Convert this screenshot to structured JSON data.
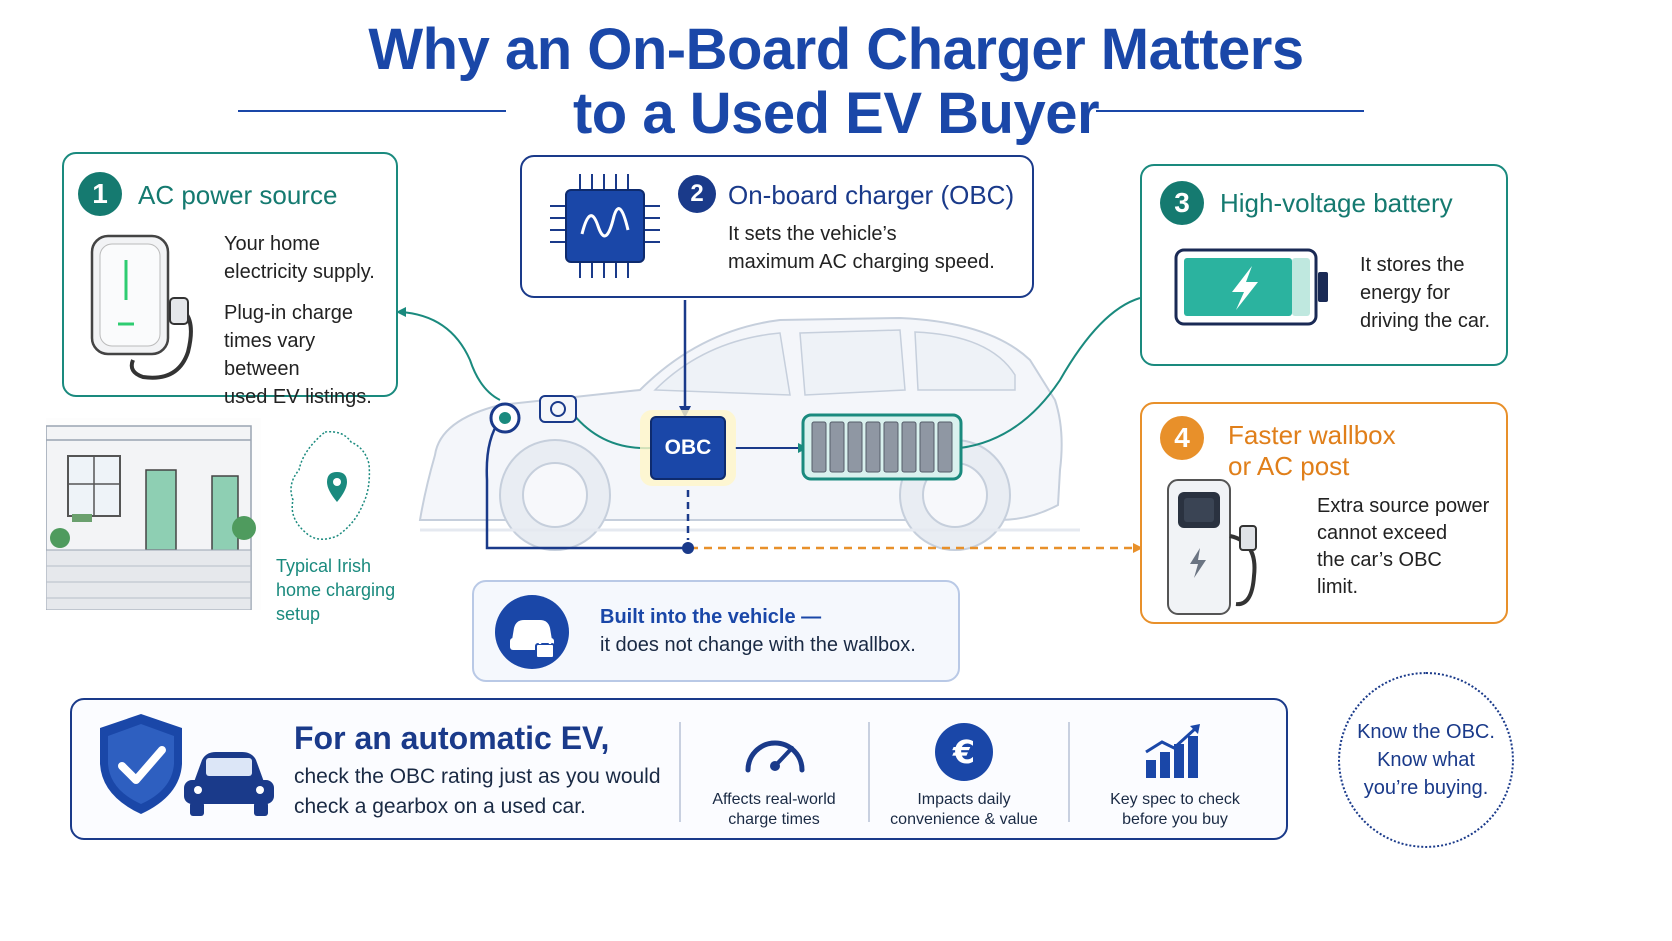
{
  "title": {
    "line1": "Why an On-Board Charger Matters",
    "line2": "to a Used EV Buyer"
  },
  "steps": [
    {
      "number": "1",
      "title": "AC power source",
      "text1_line1": "Your home",
      "text1_line2": "electricity supply.",
      "text2_line1": "Plug-in charge",
      "text2_line2": "times vary between",
      "text2_line3": "used EV listings."
    },
    {
      "number": "2",
      "title": "On-board charger (OBC)",
      "text_line1": "It sets the vehicle’s",
      "text_line2": "maximum AC charging speed."
    },
    {
      "number": "3",
      "title": "High-voltage battery",
      "text_line1": "It stores the",
      "text_line2": "energy for",
      "text_line3": "driving the car."
    },
    {
      "number": "4",
      "title_line1": "Faster wallbox",
      "title_line2": "or AC post",
      "text_line1": "Extra source power",
      "text_line2": "cannot exceed",
      "text_line3": "the car’s OBC",
      "text_line4": "limit."
    }
  ],
  "house_caption": {
    "line1": "Typical Irish",
    "line2": "home charging",
    "line3": "setup"
  },
  "obc_label": "OBC",
  "built_in": {
    "bold": "Built into the vehicle —",
    "text": "it does not change with the wallbox."
  },
  "banner": {
    "title": "For an automatic EV,",
    "text_line1": "check the OBC rating just as you would",
    "text_line2": "check a gearbox on a used car.",
    "features": [
      {
        "icon": "speedometer-icon",
        "line1": "Affects real-world",
        "line2": "charge times"
      },
      {
        "icon": "euro-icon",
        "line1": "Impacts daily",
        "line2": "convenience & value"
      },
      {
        "icon": "bar-chart-icon",
        "line1": "Key spec to check",
        "line2": "before you buy"
      }
    ]
  },
  "slogan": {
    "line1": "Know the OBC.",
    "line2": "Know what",
    "line3": "you’re buying."
  },
  "colors": {
    "navy": "#1a3a8a",
    "title_blue": "#1a47a8",
    "teal": "#1a8a7e",
    "orange": "#e8902a"
  }
}
